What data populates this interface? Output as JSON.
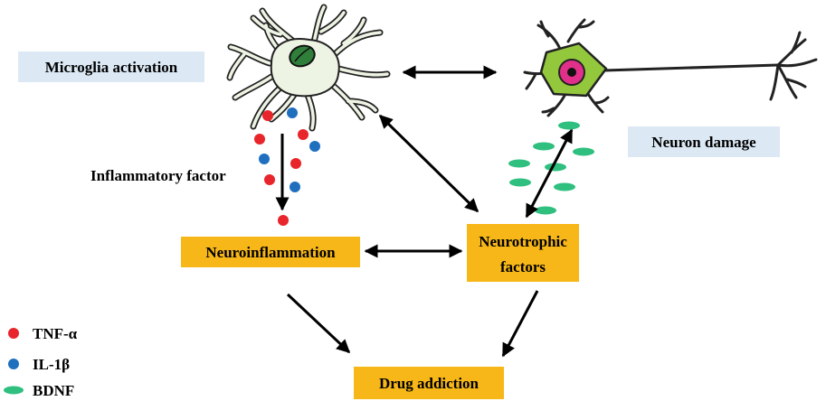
{
  "labels": {
    "microglia": "Microglia activation",
    "neuron_damage": "Neuron damage",
    "inflammatory_factor": "Inflammatory factor",
    "neuroinflammation": "Neuroinflammation",
    "neurotrophic_line1": "Neurotrophic",
    "neurotrophic_line2": "factors",
    "drug_addiction": "Drug addiction"
  },
  "legend": [
    {
      "label": "TNF-α",
      "shape": "dot",
      "color": "#e8252a"
    },
    {
      "label": "IL-1β",
      "shape": "dot",
      "color": "#1f6fbf"
    },
    {
      "label": "BDNF",
      "shape": "ellipse",
      "color": "#2fbf7f"
    }
  ],
  "colors": {
    "light_label_bg": "#dce9f5",
    "orange_box": "#f7b718",
    "microglia_body": "#eef4e4",
    "microglia_nucleus": "#2f7f3a",
    "neuron_body": "#93c83d",
    "neuron_nucleus": "#e0308a",
    "tnf": "#e8252a",
    "il1b": "#1f6fbf",
    "bdnf": "#2fbf7f"
  }
}
